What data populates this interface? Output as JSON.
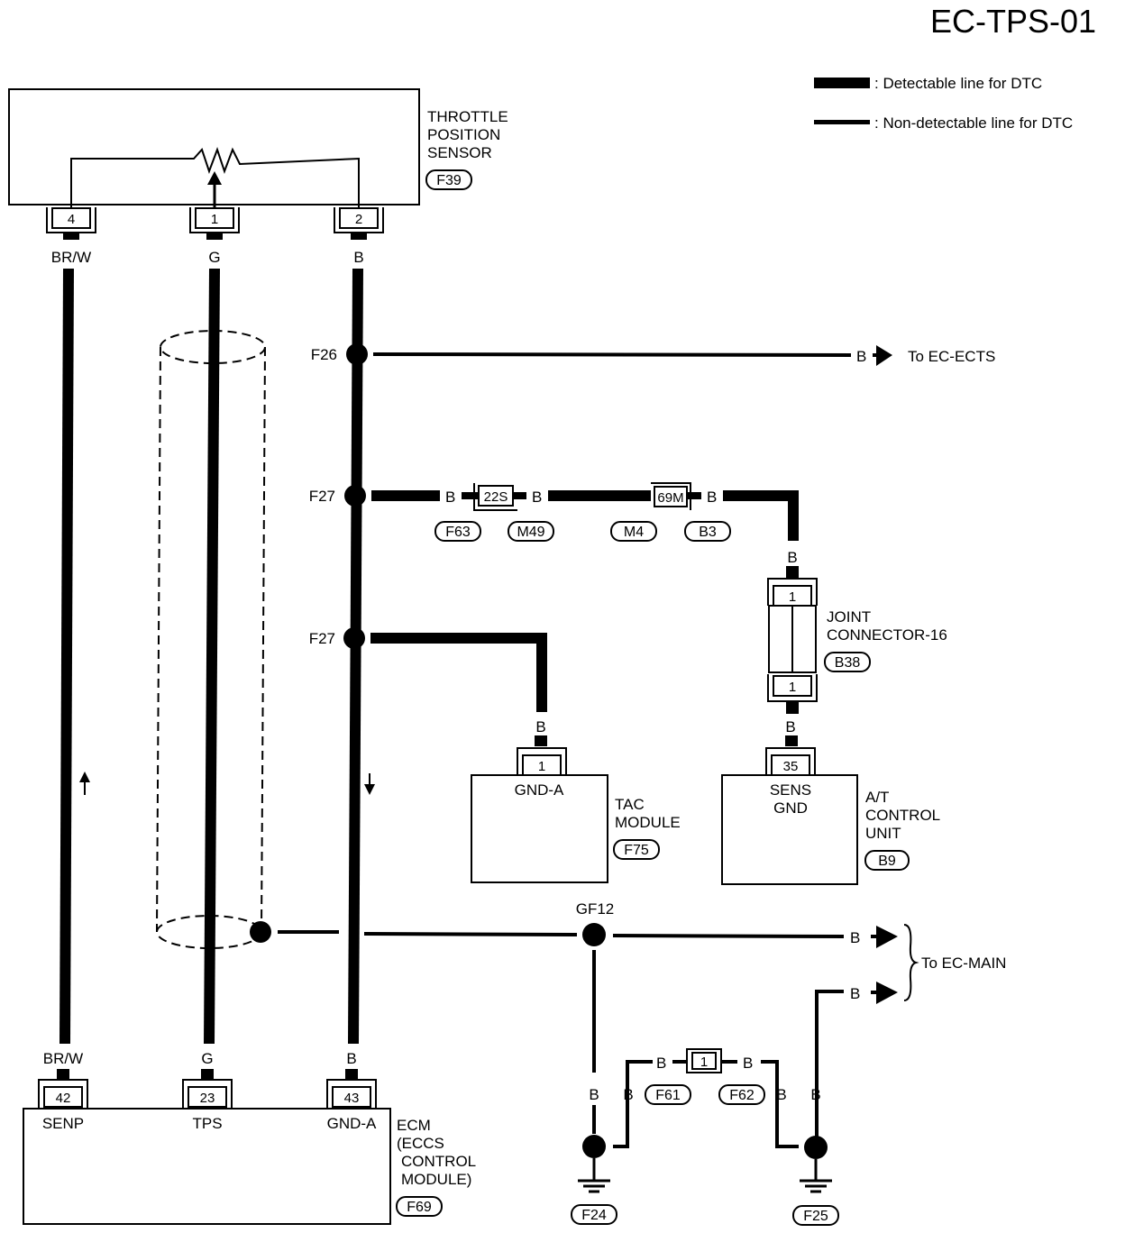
{
  "page_title": "EC-TPS-01",
  "legend": {
    "detectable": ": Detectable line for DTC",
    "non_detectable": ": Non-detectable line for DTC"
  },
  "tps": {
    "name_line1": "THROTTLE",
    "name_line2": "POSITION",
    "name_line3": "SENSOR",
    "connector": "F39",
    "pins": [
      "4",
      "1",
      "2"
    ],
    "wires": [
      "BR/W",
      "G",
      "B"
    ]
  },
  "joints": {
    "f26": "F26",
    "f27a": "F27",
    "f27b": "F27",
    "gf12": "GF12"
  },
  "to_ec_ects": {
    "wire": "B",
    "label": "To EC-ECTS"
  },
  "ground_branch": {
    "wire_labels": [
      "B",
      "B",
      "B",
      "B",
      "B",
      "B"
    ],
    "conn_22s": "22S",
    "conn_69m": "69M",
    "tags": [
      "F63",
      "M49",
      "M4",
      "B3"
    ]
  },
  "joint_connector": {
    "line1": "JOINT",
    "line2": "CONNECTOR-16",
    "connector": "B38",
    "pin_top": "1",
    "pin_bottom": "1"
  },
  "tac_module": {
    "wire": "B",
    "pin": "1",
    "terminal": "GND-A",
    "name_line1": "TAC",
    "name_line2": "MODULE",
    "connector": "F75"
  },
  "at_control_unit": {
    "wire": "B",
    "pin": "35",
    "terminal_line1": "SENS",
    "terminal_line2": "GND",
    "name_line1": "A/T",
    "name_line2": "CONTROL",
    "name_line3": "UNIT",
    "connector": "B9"
  },
  "to_ec_main": {
    "wire1": "B",
    "wire2": "B",
    "label": "To EC-MAIN"
  },
  "ground_connector": {
    "pin": "1",
    "wire_left": "B",
    "wire_right": "B",
    "tag_left": "F61",
    "tag_right": "F62"
  },
  "grounds": {
    "left_wires": [
      "B",
      "B"
    ],
    "right_wires": [
      "B",
      "B"
    ],
    "left_tag": "F24",
    "right_tag": "F25"
  },
  "ecm": {
    "wires": [
      "BR/W",
      "G",
      "B"
    ],
    "pins": [
      "42",
      "23",
      "43"
    ],
    "terminals": [
      "SENP",
      "TPS",
      "GND-A"
    ],
    "name_line1": "ECM",
    "name_line2": "(ECCS",
    "name_line3": "CONTROL",
    "name_line4": "MODULE)",
    "connector": "F69"
  }
}
